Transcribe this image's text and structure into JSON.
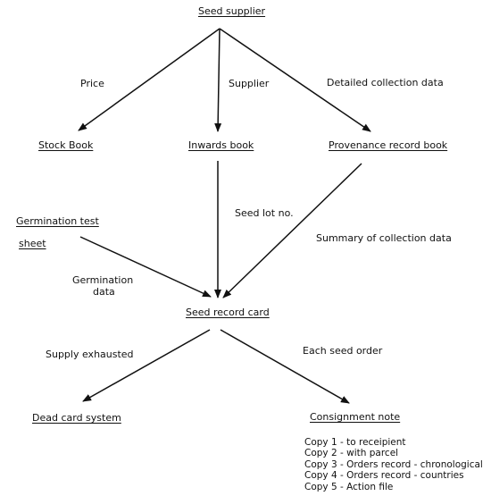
{
  "nodes": {
    "seed_supplier": "Seed supplier",
    "stock_book": "Stock Book",
    "inwards_book": "Inwards book",
    "provenance_book": "Provenance record book",
    "germination_sheet_line1": "Germination test",
    "germination_sheet_line2": "sheet",
    "seed_record_card": "Seed record card",
    "dead_card_system": "Dead card system",
    "consignment_note": "Consignment note"
  },
  "edge_labels": {
    "price": "Price",
    "supplier": "Supplier",
    "detailed_collection": "Detailed collection data",
    "seed_lot": "Seed lot no.",
    "summary_collection": "Summary of collection data",
    "germination_data_line1": "Germination",
    "germination_data_line2": "data",
    "supply_exhausted": "Supply exhausted",
    "each_seed_order": "Each seed order"
  },
  "consignment_copies": [
    "Copy 1 - to receipient",
    "Copy 2 - with parcel",
    "Copy 3 - Orders record - chronological",
    "Copy 4 - Orders record - countries",
    "Copy 5 - Action file"
  ]
}
